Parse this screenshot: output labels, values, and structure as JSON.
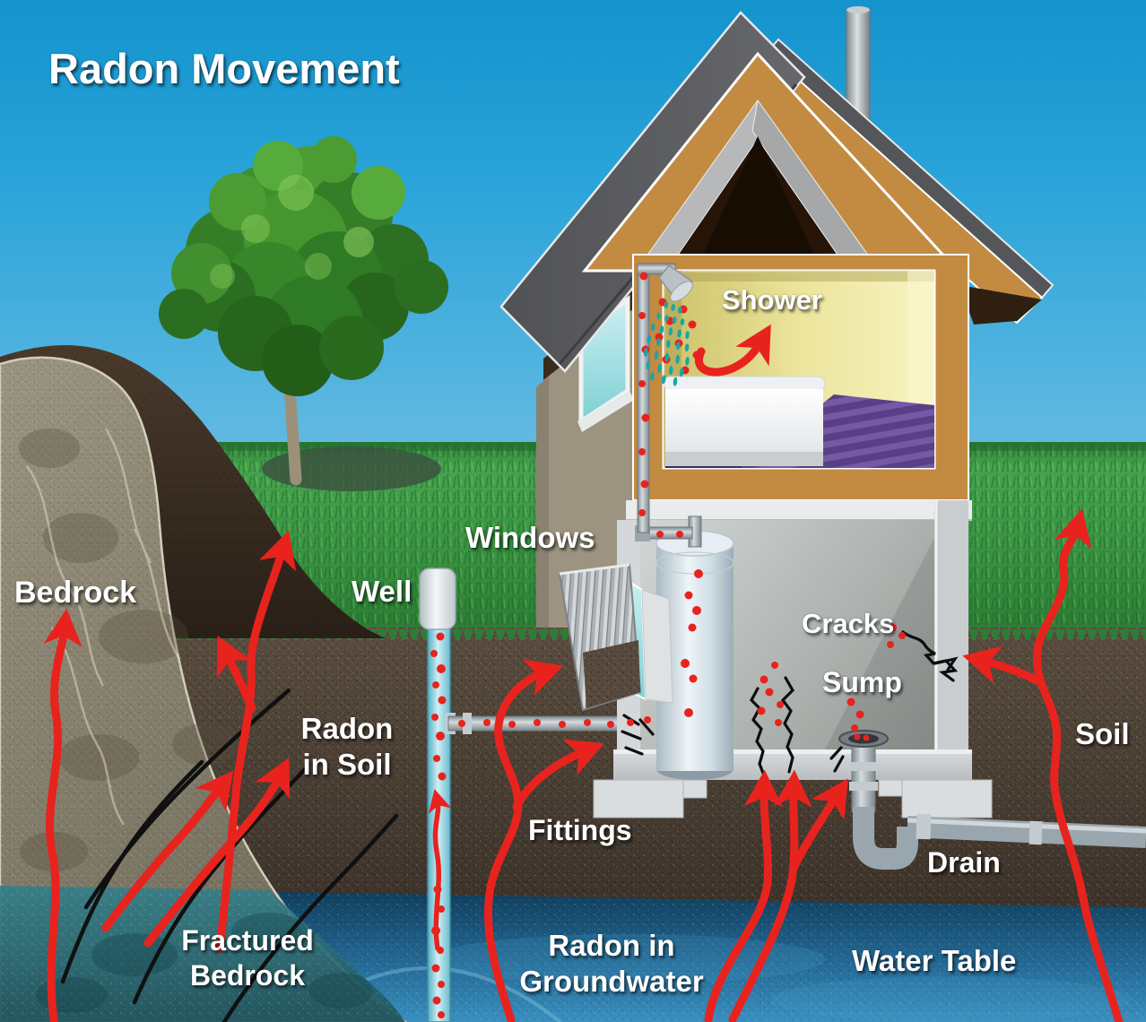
{
  "title": "Radon Movement",
  "labels": {
    "bedrock": "Bedrock",
    "fractured_bedrock": "Fractured Bedrock",
    "radon_in_soil": "Radon in Soil",
    "well": "Well",
    "windows": "Windows",
    "shower": "Shower",
    "cracks": "Cracks",
    "sump": "Sump",
    "fittings": "Fittings",
    "drain": "Drain",
    "soil": "Soil",
    "radon_in_groundwater": "Radon in Groundwater",
    "water_table": "Water Table"
  },
  "colors": {
    "radon_red": "#e8231e",
    "sky_top": "#1493cd",
    "sky_bottom": "#bfe4f2",
    "grass_green": "#38913f",
    "soil_brown": "#4c4136",
    "water_blue": "#1c5c82",
    "bedrock_gray": "#8b8576",
    "fractured_teal": "#2e6e76",
    "roof_gray": "#595a5e",
    "frame_brown": "#c28b41",
    "wall_yellow": "#e7e08a",
    "floor_purple": "#6f52a3",
    "pipe_gray": "#9aa6ad",
    "well_teal": "#7cc3d4",
    "label_white": "#ffffff"
  }
}
